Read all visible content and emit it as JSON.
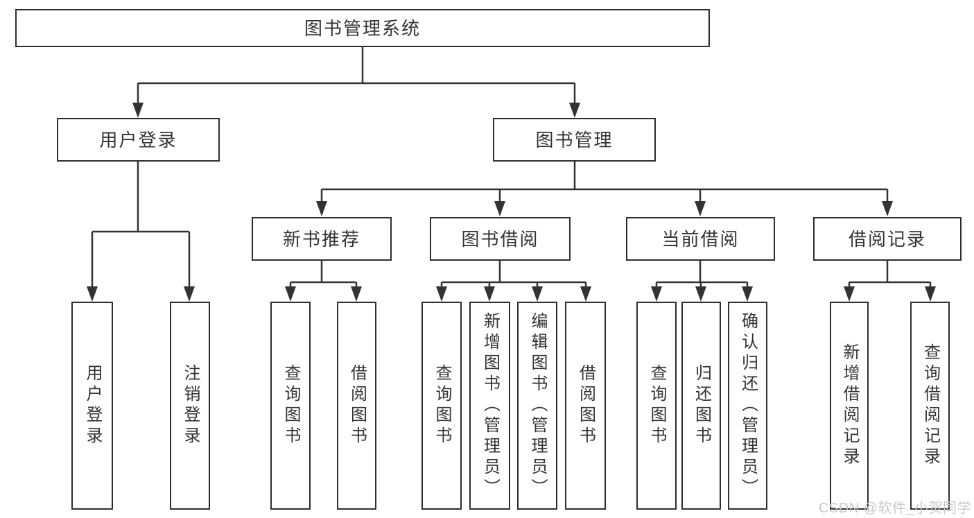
{
  "tree": {
    "label": "图书管理系统",
    "children": [
      {
        "label": "用户登录",
        "children": [
          {
            "label": "用户登录"
          },
          {
            "label": "注销登录"
          }
        ]
      },
      {
        "label": "图书管理",
        "children": [
          {
            "label": "新书推荐",
            "children": [
              {
                "label": "查询图书"
              },
              {
                "label": "借阅图书"
              }
            ]
          },
          {
            "label": "图书借阅",
            "children": [
              {
                "label": "查询图书"
              },
              {
                "label": "新增图书（管理员）"
              },
              {
                "label": "编辑图书（管理员）"
              },
              {
                "label": "借阅图书"
              }
            ]
          },
          {
            "label": "当前借阅",
            "children": [
              {
                "label": "查询图书"
              },
              {
                "label": "归还图书"
              },
              {
                "label": "确认归还（管理员）"
              }
            ]
          },
          {
            "label": "借阅记录",
            "children": [
              {
                "label": "新增借阅记录"
              },
              {
                "label": "查询借阅记录"
              }
            ]
          }
        ]
      }
    ]
  },
  "watermark": {
    "text": "CSDN @软件_小贺同学"
  },
  "colors": {
    "line": "#333333",
    "border": "#2e2e2e",
    "text": "#333333",
    "watermark": "#c6cace",
    "background": "#ffffff"
  }
}
